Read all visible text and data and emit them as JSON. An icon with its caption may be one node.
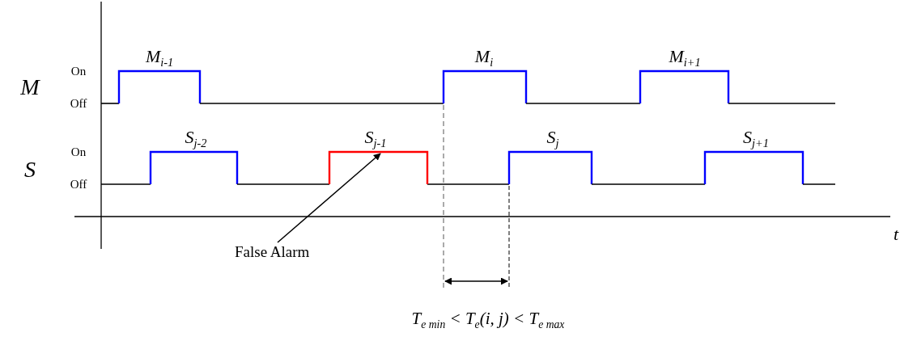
{
  "diagram": {
    "nodes": [
      {
        "text": [
          "False Alarm"
        ]
      },
      {
        "text": [],
        "shape": "pulse"
      }
    ],
    "edges": [
      {
        "from": 0,
        "to": 1,
        "arrow": "to"
      }
    ],
    "labels": [
      "M",
      "On",
      "Off",
      "M$_{i-1}$",
      "M$_{i}$",
      "M$_{i+1}$",
      "S",
      "On",
      "Off",
      "S$_{j-2}$",
      "S$_{j-1}$",
      "S$_{j}$",
      "S$_{j+1}$",
      "t",
      "T$_{e min}$ < T$_{e}$(i, j) < T$_{e max}$"
    ]
  }
}
